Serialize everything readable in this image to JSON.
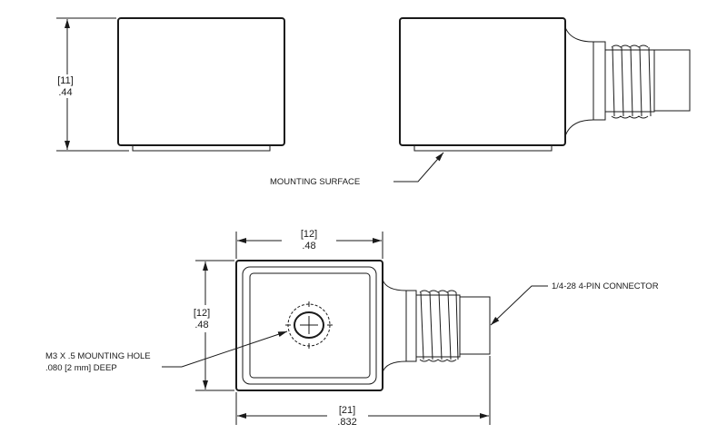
{
  "side_view": {
    "height_mm": "[11]",
    "height_in": ".44"
  },
  "mounting_surface_label": "MOUNTING SURFACE",
  "top_view": {
    "width_mm": "[12]",
    "width_in": ".48",
    "height_mm": "[12]",
    "height_in": ".48",
    "length_mm": "[21]",
    "length_in": ".832"
  },
  "connector_label": "1/4-28 4-PIN CONNECTOR",
  "mounting_hole_label": {
    "line1": "M3 X .5 MOUNTING HOLE",
    "line2": ".080 [2 mm] DEEP"
  }
}
